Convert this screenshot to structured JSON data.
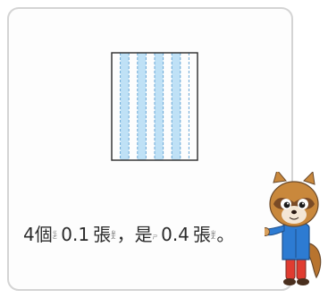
{
  "figure": {
    "total_strips": 10,
    "shaded_strips": 4,
    "fill_color": "#bfe1f6",
    "line_color": "#2a2a2a",
    "dash_color": "#6aa8d6"
  },
  "caption": {
    "num1": "4",
    "word1": "個",
    "word1_zhuyin": [
      "ㄍ",
      "ㄜ"
    ],
    "num2": "0.1",
    "word2": "張",
    "word2_zhuyin": [
      "ㄓ",
      "ㄤ"
    ],
    "comma": "，",
    "word3": "是",
    "word3_zhuyin": [
      "ㄕ"
    ],
    "num3": "0.4",
    "word4": "張",
    "word4_zhuyin": [
      "ㄓ",
      "ㄤ"
    ],
    "period": "。"
  },
  "mascot": {
    "name": "raccoon-mascot",
    "colors": {
      "fur": "#c9883c",
      "shirt": "#2d7bd2",
      "pants": "#e03c31"
    }
  }
}
